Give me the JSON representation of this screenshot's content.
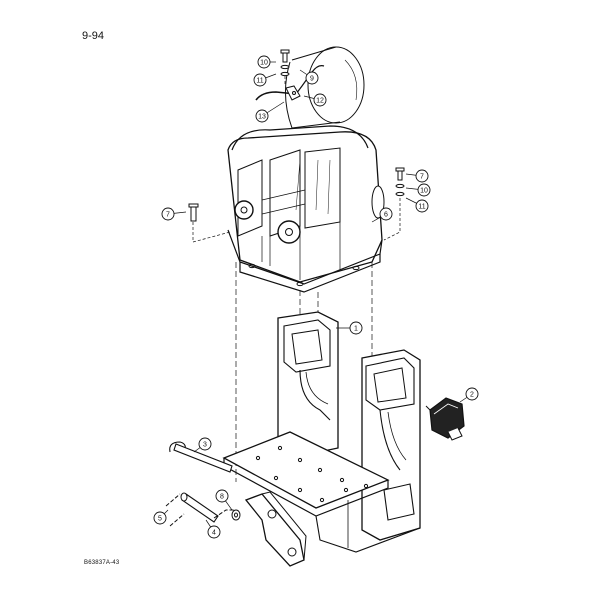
{
  "page_number": "9-94",
  "figure_code": "B63837A-43",
  "callouts": [
    {
      "id": "c10a",
      "label": "10"
    },
    {
      "id": "c11a",
      "label": "11"
    },
    {
      "id": "c9",
      "label": "9"
    },
    {
      "id": "c12",
      "label": "12"
    },
    {
      "id": "c13",
      "label": "13"
    },
    {
      "id": "c7a",
      "label": "7"
    },
    {
      "id": "c10b",
      "label": "10"
    },
    {
      "id": "c11b",
      "label": "11"
    },
    {
      "id": "c7b",
      "label": "7"
    },
    {
      "id": "c6",
      "label": "6"
    },
    {
      "id": "c1",
      "label": "1"
    },
    {
      "id": "c2",
      "label": "2"
    },
    {
      "id": "c3",
      "label": "3"
    },
    {
      "id": "c8",
      "label": "8"
    },
    {
      "id": "c5",
      "label": "5"
    },
    {
      "id": "c4",
      "label": "4"
    }
  ]
}
